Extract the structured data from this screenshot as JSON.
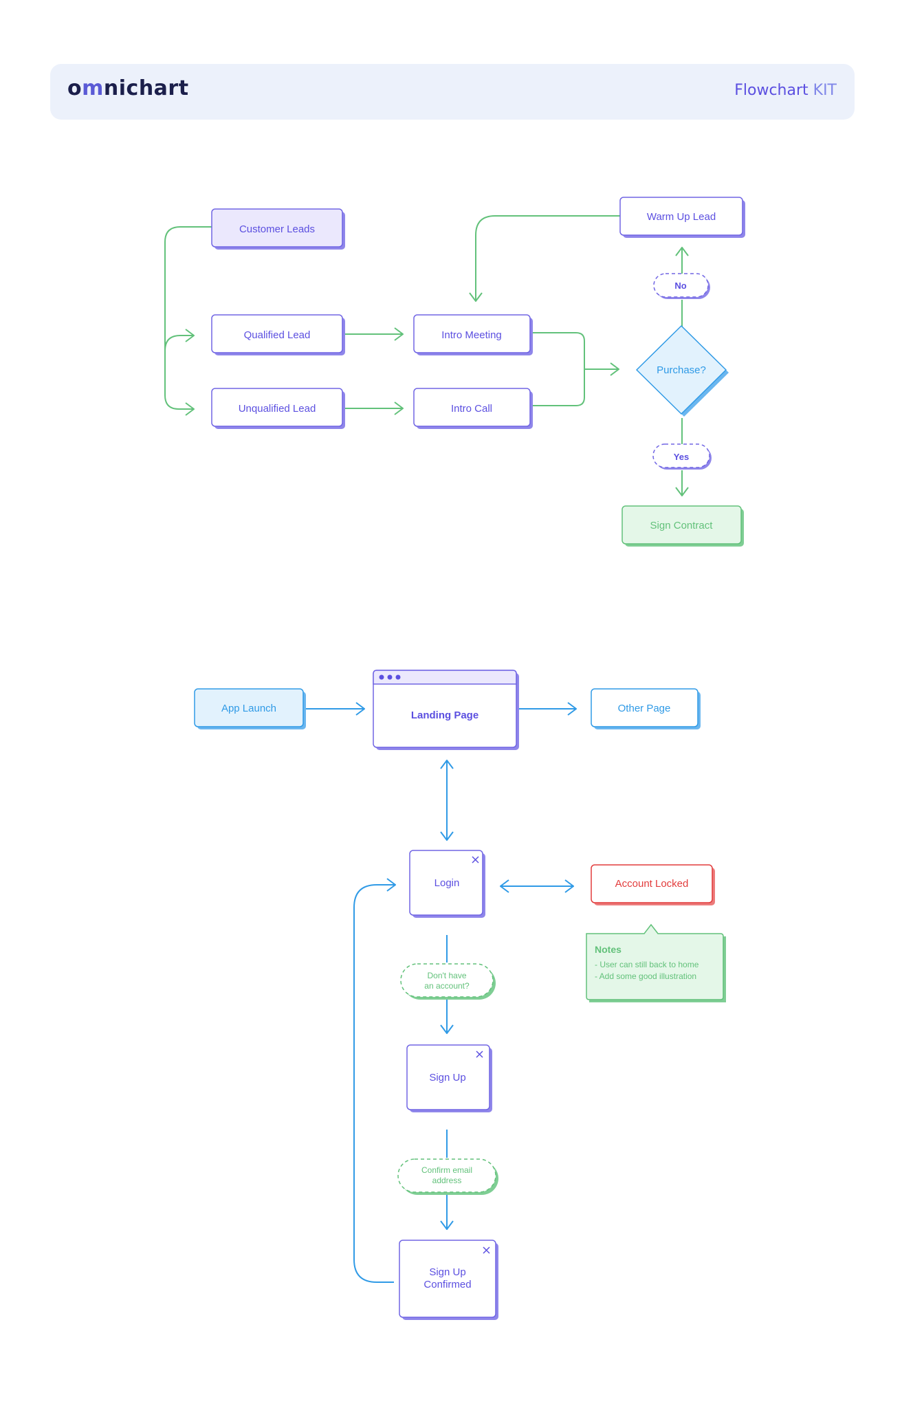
{
  "header": {
    "logo_pre": "o",
    "logo_m": "m",
    "logo_post": "nichart",
    "kit_word": "Flowchart",
    "kit_suffix": "KIT"
  },
  "sales_flow": {
    "customer_leads": "Customer Leads",
    "qualified_lead": "Qualified Lead",
    "unqualified_lead": "Unqualified Lead",
    "intro_meeting": "Intro Meeting",
    "intro_call": "Intro Call",
    "warm_up_lead": "Warm Up Lead",
    "no": "No",
    "purchase": "Purchase?",
    "yes": "Yes",
    "sign_contract": "Sign Contract"
  },
  "app_flow": {
    "app_launch": "App Launch",
    "landing_page": "Landing Page",
    "other_page": "Other Page",
    "login": "Login",
    "account_locked": "Account Locked",
    "notes_title": "Notes",
    "notes_line1": "- User can still back to home",
    "notes_line2": "- Add some good illustration",
    "no_account_1": "Don't have",
    "no_account_2": "an account?",
    "sign_up": "Sign Up",
    "confirm_email_1": "Confirm email",
    "confirm_email_2": "address",
    "sign_up_confirmed_1": "Sign Up",
    "sign_up_confirmed_2": "Confirmed"
  },
  "colors": {
    "purple": "#5b4fe0",
    "green": "#62c17a",
    "blue": "#2f9ae6",
    "red": "#e23b3b"
  }
}
